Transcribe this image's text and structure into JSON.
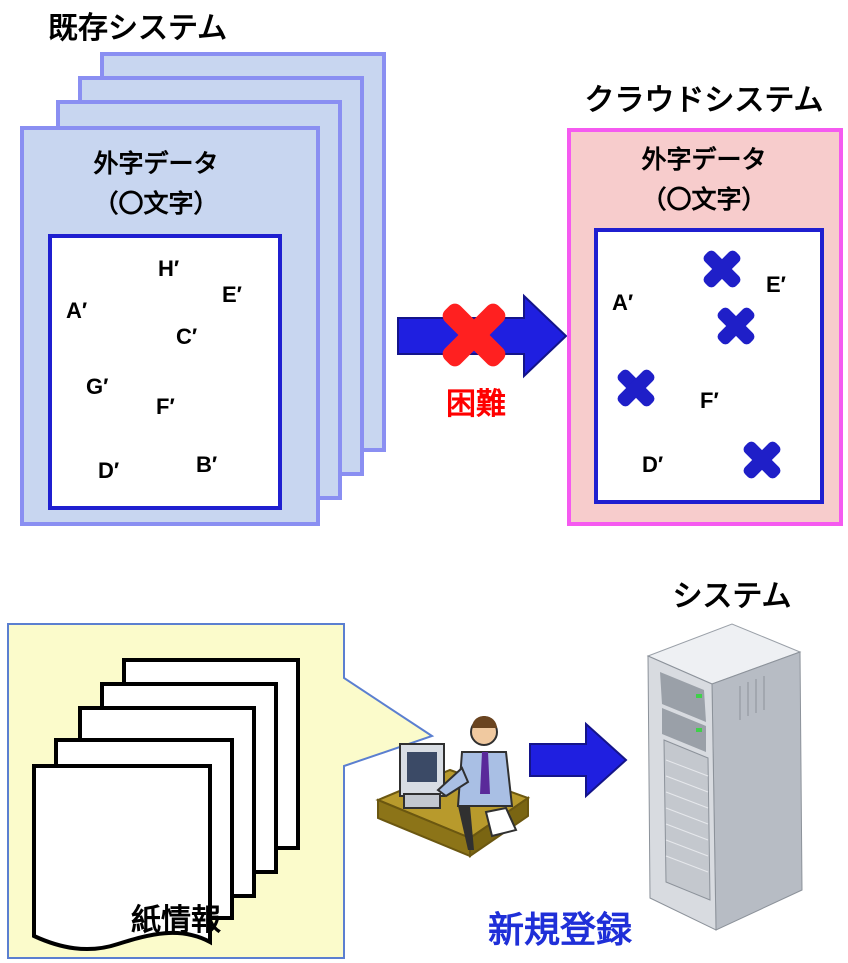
{
  "legacy": {
    "title": "既存システム",
    "panel_title": "外字データ",
    "panel_subtitle": "（〇文字）",
    "glyphs": [
      "H′",
      "E′",
      "A′",
      "C′",
      "G′",
      "F′",
      "D′",
      "B′"
    ],
    "colors": {
      "sheet_fill": "#c8d6f0",
      "sheet_border": "#8a8ff2",
      "glyph_box_border": "#1f1fd0"
    }
  },
  "transfer": {
    "label": "困難",
    "arrow_icon": "right-arrow-icon",
    "blocked_icon": "cross-mark-icon",
    "colors": {
      "arrow": "#1f1fe0",
      "cross": "#ff2020",
      "label": "#ff0000"
    }
  },
  "cloud": {
    "title": "クラウドシステム",
    "panel_title": "外字データ",
    "panel_subtitle": "（〇文字）",
    "glyphs": [
      "A′",
      "E′",
      "F′",
      "D′"
    ],
    "missing_icon": "cross-mark-icon",
    "colors": {
      "panel_fill": "#f7cccc",
      "panel_border": "#f55af0",
      "glyph_box_border": "#1f1fd0",
      "missing_mark": "#1f1fc8"
    }
  },
  "paper": {
    "label": "紙情報",
    "icon": "paper-stack-icon",
    "colors": {
      "callout_fill": "#fbfbcb",
      "callout_border": "#5b7fd0"
    }
  },
  "registration": {
    "label": "新規登録",
    "operator_icon": "office-worker-icon",
    "arrow_icon": "right-arrow-icon",
    "colors": {
      "label": "#1f2fd8",
      "arrow": "#1f1fe0"
    }
  },
  "server": {
    "title": "システム",
    "icon": "server-tower-icon"
  }
}
